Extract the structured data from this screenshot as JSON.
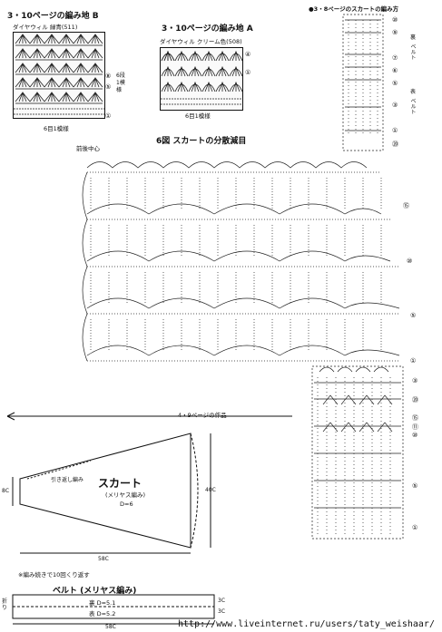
{
  "swatch_b": {
    "title": "3・10ページの編み地 B",
    "yarn": "ダイヤウィル 緑青(511)",
    "side_marks": [
      "⑧",
      "⑤",
      "①"
    ],
    "side_label": "6段1模様",
    "bottom_label": "6目1模様"
  },
  "swatch_a": {
    "title": "3・10ページの編み地 A",
    "yarn": "ダイヤウィル クリーム色(508)",
    "side_marks": [
      "④",
      "①"
    ],
    "bottom_label": "6目1模様"
  },
  "skirt_chart": {
    "header": "●3・8ページのスカートの編み方",
    "title": "6図 スカートの分散減目",
    "center_front": "前後中心",
    "right_marks": [
      "⑩",
      "⑨",
      "⑦",
      "⑥",
      "⑤",
      "③",
      "①",
      "⑳"
    ],
    "right_vertical_labels": [
      "裏",
      "ベルト",
      "表",
      "ベルト"
    ],
    "left_marks": [
      "⑮",
      "⑩",
      "⑤",
      "①"
    ],
    "lower_marks": [
      "③",
      "⑳",
      "⑮",
      "⑪",
      "⑩",
      "⑤",
      "①"
    ]
  },
  "schematic": {
    "title": "4・9ページの作品",
    "skirt_label": "スカート",
    "skirt_sub": "(メリヤス編み)",
    "d_value": "D=6",
    "pickup": "引き返し編み",
    "left_dim": "8C",
    "right_dim": "40C",
    "bottom_dim": "58C",
    "note": "※編み続きで10回くり返す"
  },
  "belt": {
    "title": "ベルト (メリヤス編み)",
    "fold_label": "折り",
    "back": "裏 D=5.1",
    "front": "表 D=5.2",
    "right_dim": "3C",
    "right_dim2": "3C",
    "bottom_dim": "58C"
  },
  "watermark": "http://www.liveinternet.ru/users/taty_weishaar/"
}
